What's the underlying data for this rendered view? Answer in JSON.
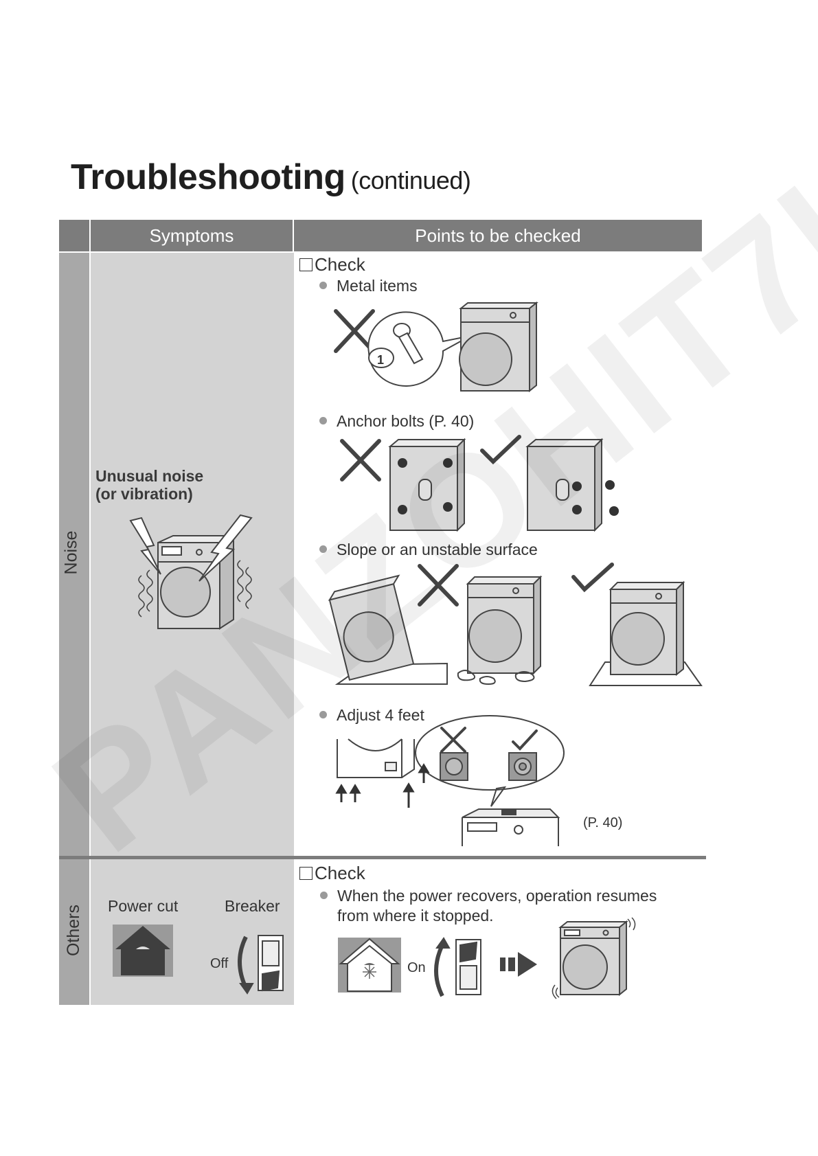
{
  "page": {
    "title": "Troubleshooting",
    "title_suffix": "(continued)",
    "watermark": "PANZOHIT7L"
  },
  "table": {
    "headers": {
      "symptoms": "Symptoms",
      "points": "Points to be checked"
    },
    "noise": {
      "category": "Noise",
      "symptom_line1": "Unusual noise",
      "symptom_line2": "(or vibration)",
      "check_label": "Check",
      "items": [
        {
          "label": "Metal items"
        },
        {
          "label": "Anchor bolts (P. 40)"
        },
        {
          "label": "Slope or an unstable surface"
        },
        {
          "label": "Adjust 4 feet"
        }
      ],
      "page_ref": "(P. 40)"
    },
    "others": {
      "category": "Others",
      "power_cut_label": "Power cut",
      "breaker_label": "Breaker",
      "off_label": "Off",
      "on_label": "On",
      "check_label": "Check",
      "item_line1": "When the power recovers, operation resumes",
      "item_line2": "from where it stopped."
    }
  },
  "colors": {
    "header_bg": "#7c7c7c",
    "side_bg": "#a8a8a8",
    "symptom_bg": "#d3d3d3",
    "line": "#444444"
  }
}
